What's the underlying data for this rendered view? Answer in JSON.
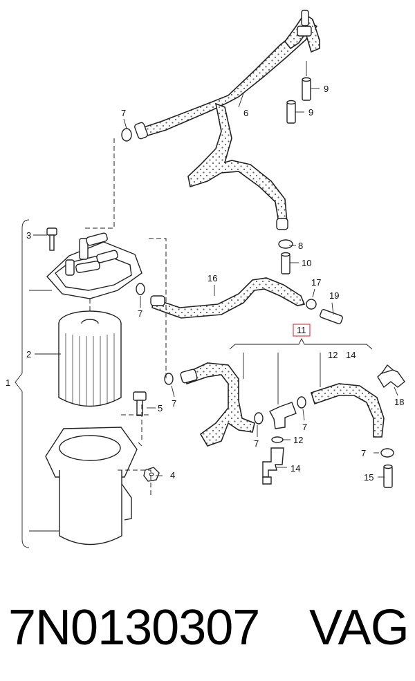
{
  "diagram": {
    "callouts": {
      "c1": "1",
      "c2": "2",
      "c3": "3",
      "c4": "4",
      "c5": "5",
      "c6": "6",
      "c7a": "7",
      "c7b": "7",
      "c7c": "7",
      "c7d": "7",
      "c7e": "7",
      "c7f": "7",
      "c8": "8",
      "c9a": "9",
      "c9b": "9",
      "c10": "10",
      "c11": "11",
      "c12a": "12",
      "c12b": "12",
      "c14a": "14",
      "c14b": "14",
      "c15": "15",
      "c16": "16",
      "c17": "17",
      "c18": "18",
      "c19": "19"
    },
    "highlight_color": "#e0404a",
    "hose_dot_color": "#222222"
  },
  "caption": {
    "part_number": "7N0130307",
    "brand": "VAG"
  }
}
